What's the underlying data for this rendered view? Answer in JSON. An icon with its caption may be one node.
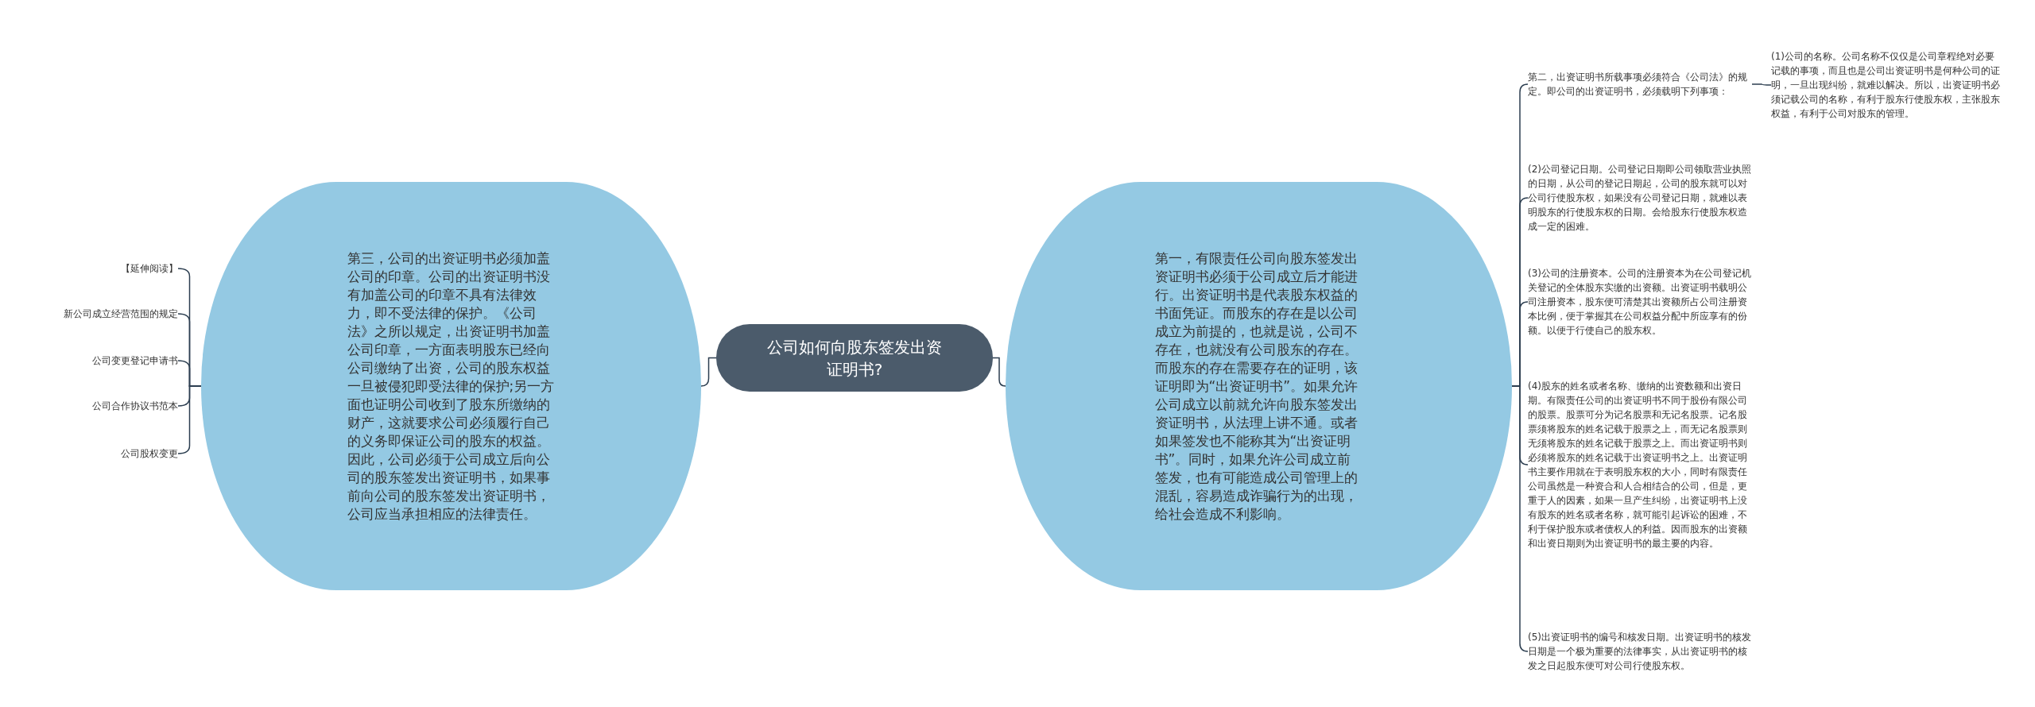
{
  "diagram": {
    "nodes": [
      {
        "text": [
          "公司如何向股东签发出资证明书?"
        ]
      },
      {
        "text": [
          "第三，公司的出资证明书必须加盖公司的印章。公司的出资证明书没有加盖公司的印章不具有法律效力，即不受法律的保护。《公司法》之所以规定，出资证明书加盖公司印章，一方面表明股东已经向公司缴纳了出资，公司的股东权益一旦被侵犯即受法律的保护;另一方面也证明公司收到了股东所缴纳的财产，这就要求公司必须履行自己的义务即保证公司的股东的权益。因此，公司必须于公司成立后向公司的股东签发出资证明书，如果事前向公司的股东签发出资证明书，公司应当承担相应的法律责任。"
        ]
      },
      {
        "text": [
          "【延伸阅读】"
        ]
      },
      {
        "text": [
          "新公司成立经营范围的规定"
        ]
      },
      {
        "text": [
          "公司变更登记申请书"
        ]
      },
      {
        "text": [
          "公司合作协议书范本"
        ]
      },
      {
        "text": [
          "公司股权变更"
        ]
      },
      {
        "text": [
          "第一，有限责任公司向股东签发出资证明书必须于公司成立后才能进行。出资证明书是代表股东权益的书面凭证。而股东的存在是以公司成立为前提的，也就是说，公司不存在，也就没有公司股东的存在。而股东的存在需要存在的证明，该证明即为“出资证明书”。如果允许公司成立以前就允许向股东签发出资证明书，从法理上讲不通。或者如果签发也不能称其为“出资证明书”。同时，如果允许公司成立前签发，也有可能造成公司管理上的混乱，容易造成诈骗行为的出现，给社会造成不利影响。"
        ]
      },
      {
        "text": [
          "第二，出资证明书所载事项必须符合《公司法》的规定。即公司的出资证明书，必须载明下列事项："
        ]
      },
      {
        "text": [
          "(1)公司的名称。公司名称不仅仅是公司章程绝对必要记载的事项，而且也是公司出资证明书是何种公司的证明，一旦出现纠纷，就难以解决。所以，出资证明书必须记载公司的名称，有利于股东行使股东权，主张股东权益，有利于公司对股东的管理。"
        ]
      },
      {
        "text": [
          "(2)公司登记日期。公司登记日期即公司领取营业执照的日期，从公司的登记日期起，公司的股东就可以对公司行使股东权，如果没有公司登记日期，就难以表明股东的行使股东权的日期。会给股东行使股东权造成一定的困难。"
        ]
      },
      {
        "text": [
          "(3)公司的注册资本。公司的注册资本为在公司登记机关登记的全体股东实缴的出资额。出资证明书载明公司注册资本，股东便可清楚其出资额所占公司注册资本比例，便于掌握其在公司权益分配中所应享有的份额。以便于行使自己的股东权。"
        ]
      },
      {
        "text": [
          "(4)股东的姓名或者名称、缴纳的出资数额和出资日期。有限责任公司的出资证明书不同于股份有限公司的股票。股票可分为记名股票和无记名股票。记名股票须将股东的姓名记载于股票之上，而无记名股票则无须将股东的姓名记载于股票之上。而出资证明书则必须将股东的姓名记载于出资证明书之上。出资证明书主要作用就在于表明股东权的大小，同时有限责任公司虽然是一种资合和人合相结合的公司，但是，更重于人的因素，如果一旦产生纠纷，出资证明书上没有股东的姓名或者名称，就可能引起诉讼的困难，不利于保护股东或者债权人的利益。因而股东的出资额和出资日期则为出资证明书的最主要的内容。"
        ]
      },
      {
        "text": [
          "(5)出资证明书的编号和核发日期。出资证明书的核发日期是一个极为重要的法律事实，从出资证明书的核发之日起股东便可对公司行使股东权。"
        ]
      }
    ],
    "edges": [
      {
        "from": 0,
        "to": 1,
        "arrow": "none"
      },
      {
        "from": 1,
        "to": 2,
        "arrow": "none"
      },
      {
        "from": 1,
        "to": 3,
        "arrow": "none"
      },
      {
        "from": 1,
        "to": 4,
        "arrow": "none"
      },
      {
        "from": 1,
        "to": 5,
        "arrow": "none"
      },
      {
        "from": 1,
        "to": 6,
        "arrow": "none"
      },
      {
        "from": 0,
        "to": 7,
        "arrow": "none"
      },
      {
        "from": 7,
        "to": 8,
        "arrow": "none"
      },
      {
        "from": 8,
        "to": 9,
        "arrow": "none"
      },
      {
        "from": 7,
        "to": 10,
        "arrow": "none"
      },
      {
        "from": 7,
        "to": 11,
        "arrow": "none"
      },
      {
        "from": 7,
        "to": 12,
        "arrow": "none"
      },
      {
        "from": 7,
        "to": 13,
        "arrow": "none"
      }
    ]
  }
}
